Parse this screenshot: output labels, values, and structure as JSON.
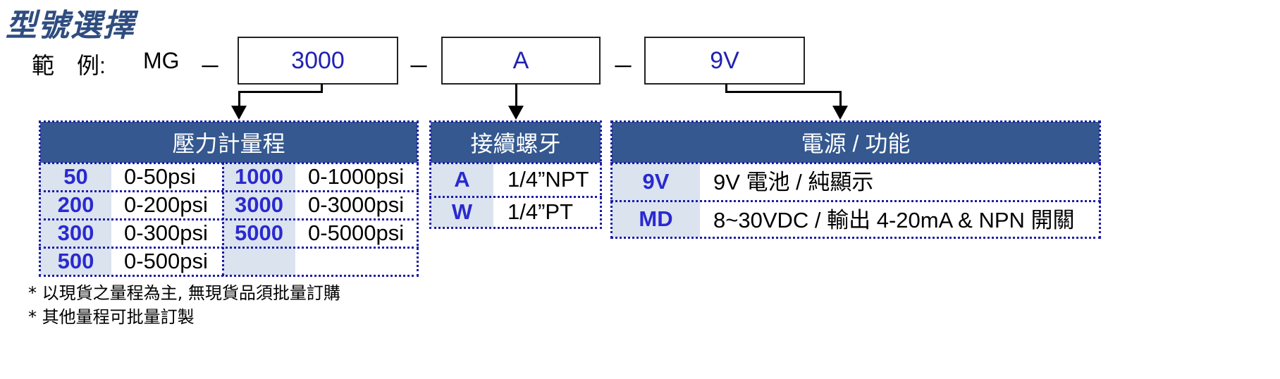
{
  "title": "型號選擇",
  "example": {
    "label": "範　例:",
    "prefix": "MG",
    "dash": "－",
    "codes": [
      "3000",
      "A",
      "9V"
    ]
  },
  "pressure": {
    "header": "壓力計量程",
    "left": [
      {
        "code": "50",
        "value": "0-50psi"
      },
      {
        "code": "200",
        "value": "0-200psi"
      },
      {
        "code": "300",
        "value": "0-300psi"
      },
      {
        "code": "500",
        "value": "0-500psi"
      }
    ],
    "right": [
      {
        "code": "1000",
        "value": "0-1000psi"
      },
      {
        "code": "3000",
        "value": "0-3000psi"
      },
      {
        "code": "5000",
        "value": "0-5000psi"
      }
    ]
  },
  "thread": {
    "header": "接續螺牙",
    "rows": [
      {
        "code": "A",
        "value": "1/4”NPT"
      },
      {
        "code": "W",
        "value": "1/4”PT"
      }
    ]
  },
  "power": {
    "header": "電源 / 功能",
    "rows": [
      {
        "code": "9V",
        "value": "9V 電池 / 純顯示"
      },
      {
        "code": "MD",
        "value": "8~30VDC / 輸出 4-20mA & NPN 開關"
      }
    ]
  },
  "notes": [
    "* 以現貨之量程為主, 無現貨品須批量訂購",
    "* 其他量程可批量訂製"
  ],
  "colors": {
    "header_bg": "#34588f",
    "code_bg": "#dbe3ef",
    "code_text": "#2a2acf",
    "title": "#2f4d80"
  }
}
